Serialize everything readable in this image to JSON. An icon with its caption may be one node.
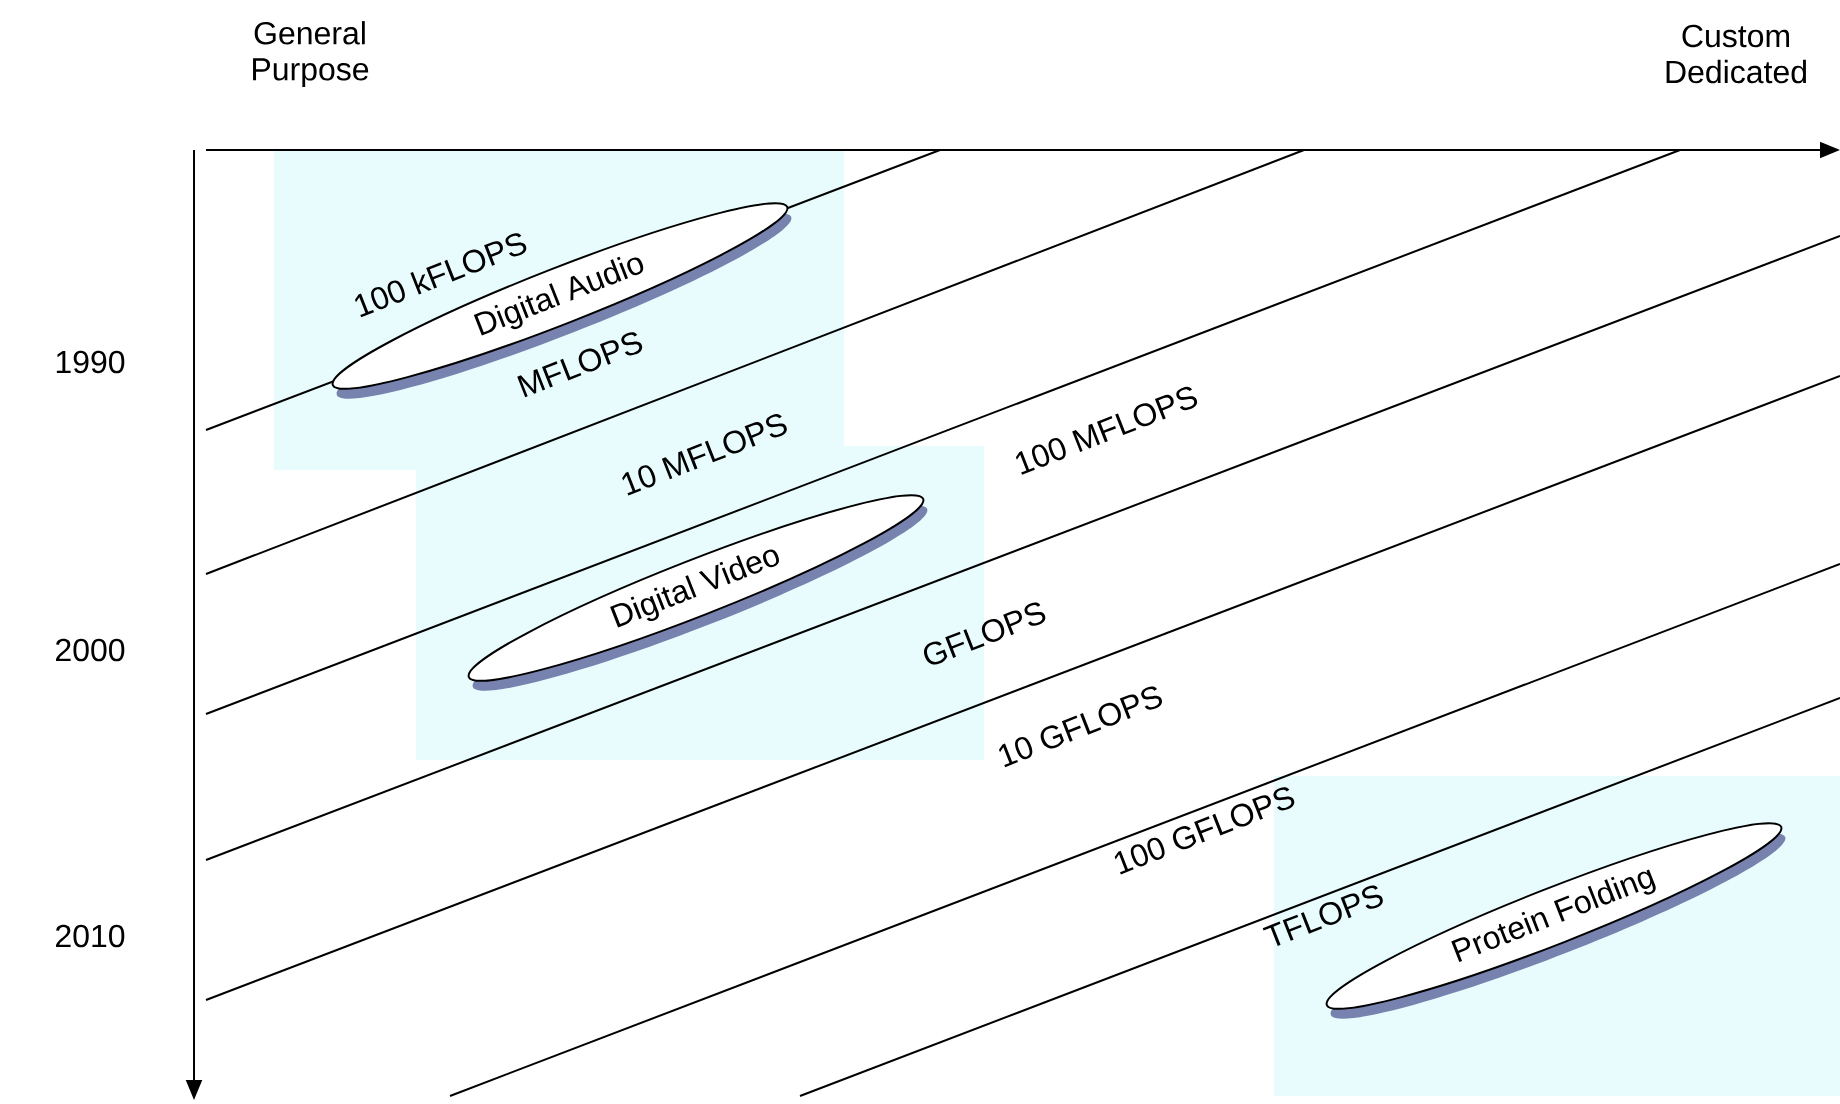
{
  "diagram": {
    "nodes": [
      {
        "text": [
          "Digital Audio"
        ]
      },
      {
        "text": [
          "Digital Video"
        ]
      },
      {
        "text": [
          "Protein Folding"
        ]
      }
    ],
    "labels": [
      "General Purpose",
      "Custom Dedicated",
      "1990",
      "2000",
      "2010",
      "100 kFLOPS",
      "MFLOPS",
      "10 MFLOPS",
      "100 MFLOPS",
      "GFLOPS",
      "10 GFLOPS",
      "100 GFLOPS",
      "TFLOPS"
    ]
  }
}
